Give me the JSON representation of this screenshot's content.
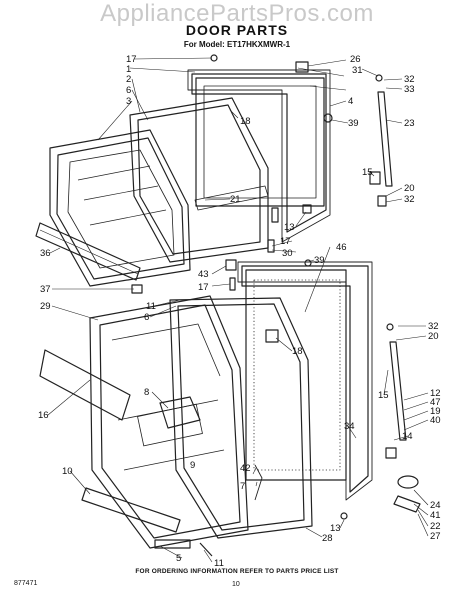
{
  "watermark": "AppliancePartsPros.com",
  "title": "DOOR PARTS",
  "model_line": "For Model: ET17HKXMWR-1",
  "footer_note": "FOR ORDERING INFORMATION REFER TO PARTS PRICE LIST",
  "drawing_code": "877471",
  "page_number": "10",
  "callouts": [
    "17",
    "1",
    "2",
    "6",
    "3",
    "36",
    "37",
    "29",
    "16",
    "8",
    "10",
    "9",
    "5",
    "21",
    "18",
    "43",
    "17",
    "11",
    "6",
    "42",
    "7",
    "4",
    "26",
    "31",
    "32",
    "33",
    "39",
    "23",
    "15",
    "20",
    "32",
    "13",
    "17",
    "30",
    "39",
    "46",
    "18",
    "32",
    "20",
    "15",
    "12",
    "47",
    "19",
    "40",
    "14",
    "34",
    "24",
    "41",
    "22",
    "27",
    "13",
    "28",
    "11"
  ]
}
